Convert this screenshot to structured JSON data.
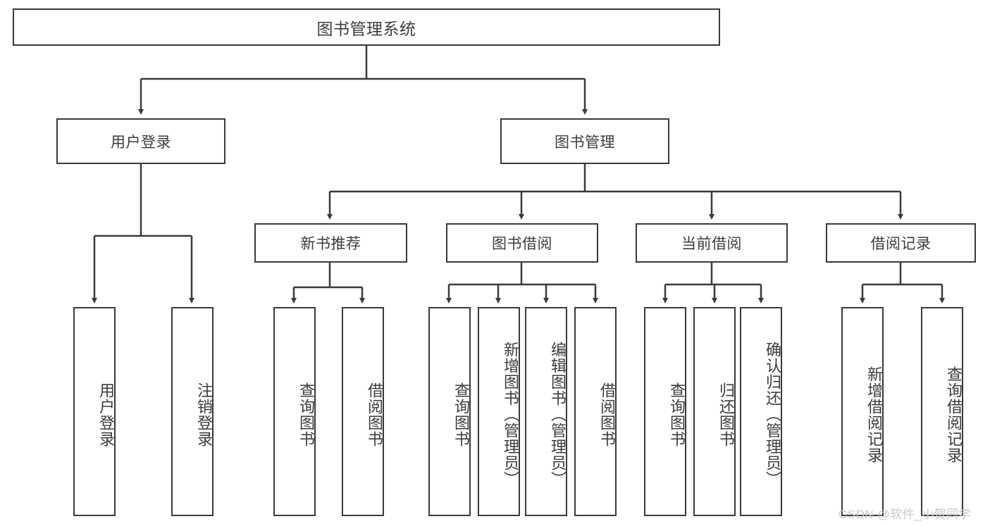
{
  "diagram": {
    "type": "tree-hierarchy-chart",
    "title": "图书管理系统",
    "stroke_color": "#3a3a3a",
    "text_color": "#3c3c3c",
    "background": "#ffffff",
    "root": {
      "label": "图书管理系统"
    },
    "level1": [
      {
        "label": "用户登录"
      },
      {
        "label": "图书管理"
      }
    ],
    "level2": [
      {
        "label": "新书推荐"
      },
      {
        "label": "图书借阅"
      },
      {
        "label": "当前借阅"
      },
      {
        "label": "借阅记录"
      }
    ],
    "leaves": {
      "user_login": [
        {
          "label": "用户登录"
        },
        {
          "label": "注销登录"
        }
      ],
      "new_book": [
        {
          "label": "查询图书"
        },
        {
          "label": "借阅图书"
        }
      ],
      "borrow_book": [
        {
          "label": "查询图书"
        },
        {
          "label": "新增图书（管理员）"
        },
        {
          "label": "编辑图书（管理员）"
        },
        {
          "label": "借阅图书"
        }
      ],
      "current_borrow": [
        {
          "label": "查询图书"
        },
        {
          "label": "归还图书"
        },
        {
          "label": "确认归还（管理员）"
        }
      ],
      "borrow_record": [
        {
          "label": "新增借阅记录"
        },
        {
          "label": "查询借阅记录"
        }
      ]
    }
  },
  "watermark": {
    "text": "CSDN @软件_小贺同学"
  }
}
